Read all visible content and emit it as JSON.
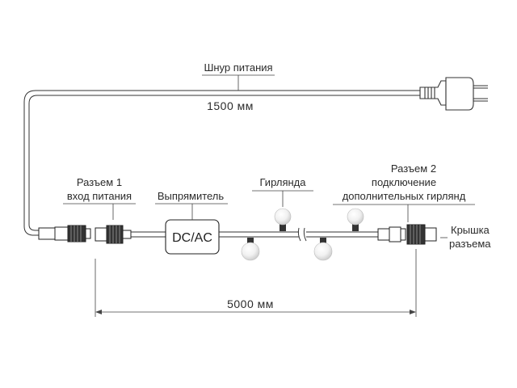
{
  "diagram": {
    "power_cord": {
      "label": "Шнур питания",
      "length": "1500 мм"
    },
    "connector_1": {
      "line1": "Разъем 1",
      "line2": "вход питания"
    },
    "rectifier": {
      "label": "Выпрямитель",
      "box_text": "DC/AC"
    },
    "garland": {
      "label": "Гирлянда"
    },
    "connector_2": {
      "line1": "Разъем 2",
      "line2": "подключение",
      "line3": "дополнительных гирлянд"
    },
    "cap": {
      "line1": "Крышка",
      "line2": "разъема"
    },
    "total_length": "5000 мм"
  }
}
